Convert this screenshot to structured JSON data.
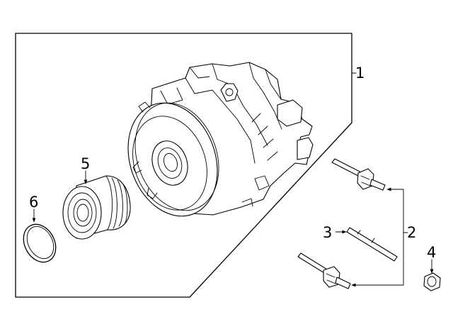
{
  "diagram": {
    "callouts": {
      "c1": "1",
      "c2": "2",
      "c3": "3",
      "c4": "4",
      "c5": "5",
      "c6": "6"
    }
  }
}
